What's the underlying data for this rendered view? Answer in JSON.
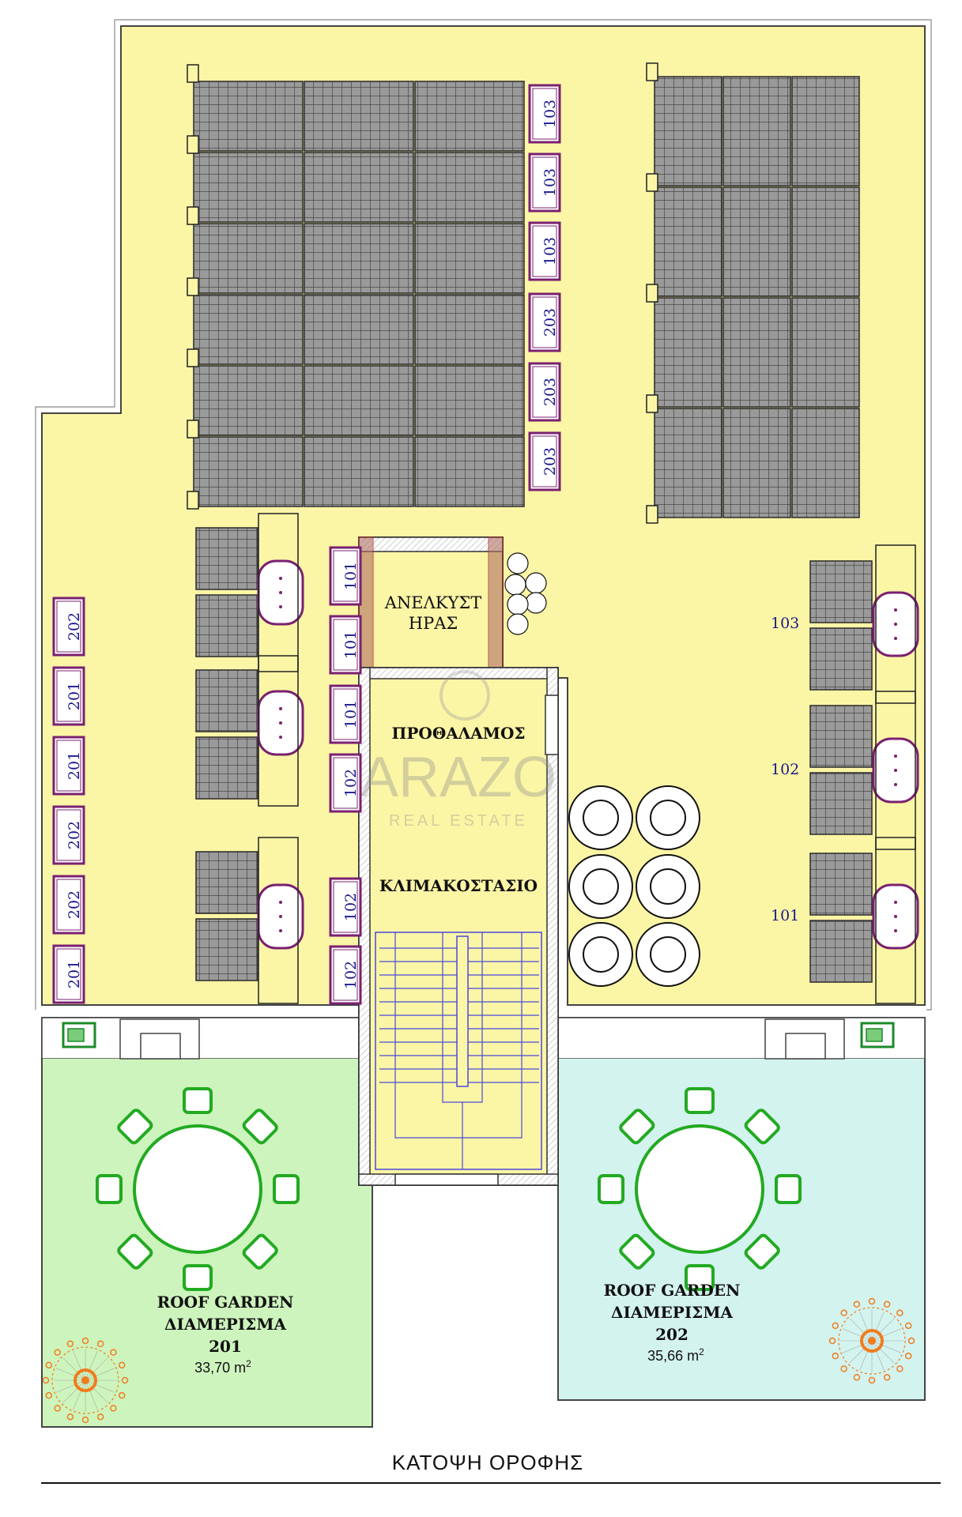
{
  "drawing": {
    "title": "ΚΑΤΟΨΗ ΟΡΟΦΗΣ",
    "watermark": {
      "brand": "ARAZO",
      "tagline": "REAL ESTATE"
    },
    "rooms": {
      "elevator_line1": "ΑΝΕΛΚΥΣΤ",
      "elevator_line2": "ΗΡΑΣ",
      "lobby": "ΠΡΟΘΑΛΑΜΟΣ",
      "stairwell": "ΚΛΙΜΑΚΟΣΤΑΣΙΟ"
    },
    "gardens": [
      {
        "line1": "ROOF GARDEN",
        "line2": "ΔΙΑΜΕΡΙΣΜΑ",
        "unit": "201",
        "area": "33,70 m",
        "sup": "2"
      },
      {
        "line1": "ROOF GARDEN",
        "line2": "ΔΙΑΜΕΡΙΣΜΑ",
        "unit": "202",
        "area": "35,66 m",
        "sup": "2"
      }
    ],
    "unit_tags_left": [
      "202",
      "201",
      "201",
      "202",
      "202",
      "201"
    ],
    "unit_tags_center_left": [
      "101",
      "101",
      "101",
      "102",
      "102",
      "102"
    ],
    "unit_tags_center_right": [
      "103",
      "103",
      "103",
      "203",
      "203",
      "203"
    ],
    "heater_labels_right": [
      "103",
      "102",
      "101"
    ]
  },
  "colors": {
    "roof": "#fbf5a6",
    "garden_left": "#cdf4bd",
    "garden_right": "#d3f3ef",
    "panel": "#5b5b5b",
    "tag_border": "#7a2070",
    "stair_lines": "#4a4ad8",
    "chairs": "#22aa22",
    "plant": "#f07c1c",
    "core_red": "#b03030"
  }
}
